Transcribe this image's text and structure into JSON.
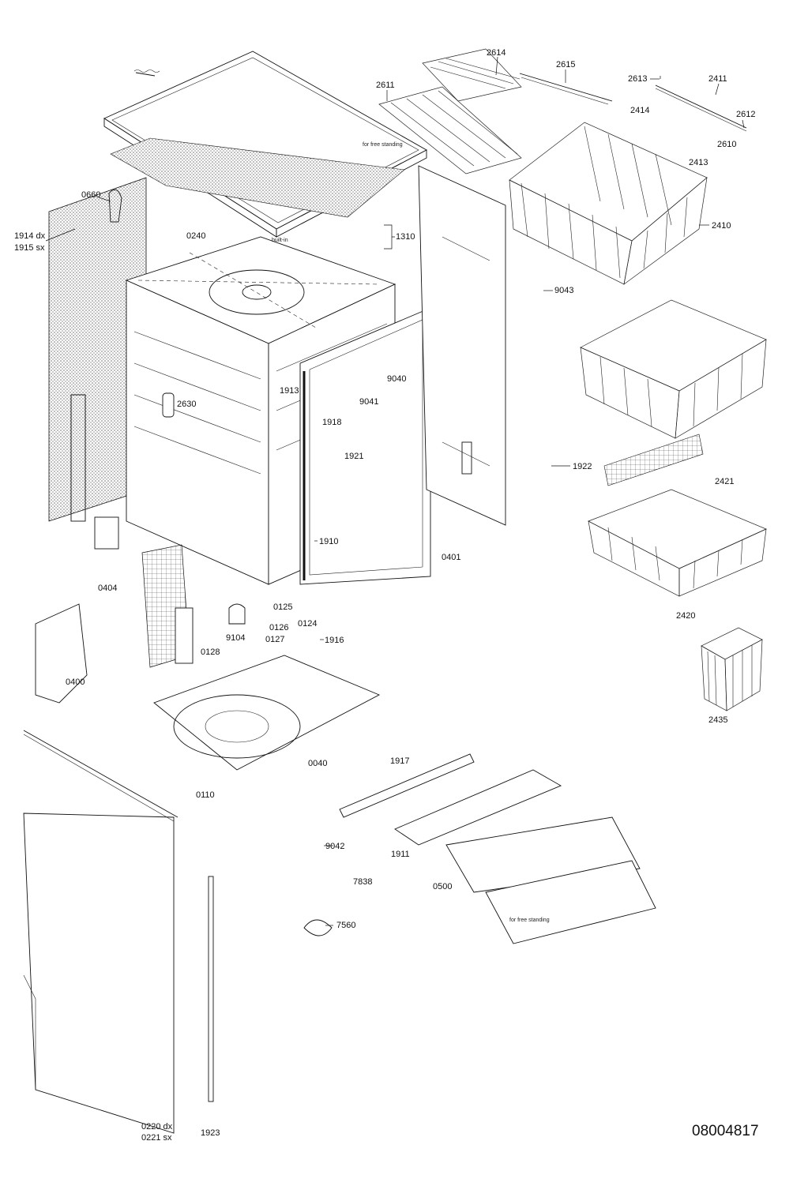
{
  "document_number": "08004817",
  "notes": {
    "free_standing_top": "for free standing",
    "built_in": "built-in",
    "free_standing_plinth": "for free standing"
  },
  "labels": {
    "p2614": "2614",
    "p2615": "2615",
    "p2611": "2611",
    "p2613": "2613",
    "p2411": "2411",
    "p2414": "2414",
    "p2612": "2612",
    "p2610": "2610",
    "p2413": "2413",
    "p2410": "2410",
    "p0660": "0660",
    "p1914": "1914 dx",
    "p1915": "1915 sx",
    "p0240": "0240",
    "p1310": "1310",
    "p9043": "9043",
    "p1913": "1913",
    "p9040": "9040",
    "p9041": "9041",
    "p2630": "2630",
    "p1918": "1918",
    "p1921": "1921",
    "p1922": "1922",
    "p2421": "2421",
    "p1910": "1910",
    "p0401": "0401",
    "p0404": "0404",
    "p2420": "2420",
    "p0125": "0125",
    "p0126": "0126",
    "p9104": "9104",
    "p0127": "0127",
    "p0124": "0124",
    "p1916": "1916",
    "p0128": "0128",
    "p0400": "0400",
    "p2435": "2435",
    "p0040": "0040",
    "p1917": "1917",
    "p0110": "0110",
    "p9042": "9042",
    "p1911": "1911",
    "p7838": "7838",
    "p0500": "0500",
    "p7560": "7560",
    "p0220": "0220 dx",
    "p0221": "0221 sx",
    "p1923": "1923"
  }
}
